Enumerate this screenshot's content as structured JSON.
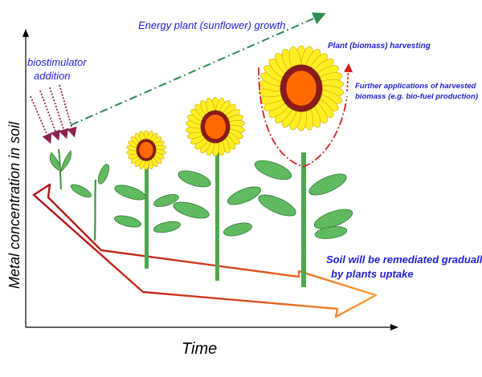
{
  "axes": {
    "y_label": "Metal concentration in soil",
    "x_label": "Time"
  },
  "annotations": {
    "growth_label": "Energy plant (sunflower) growth",
    "biostimulator_line1": "biostimulator",
    "biostimulator_line2": "addition",
    "harvest_label": "Plant (biomass) harvesting",
    "applications_line1": "Further applications of harvested",
    "applications_line2": "biomass (e.g. bio-fuel production)",
    "remediation_line1": "Soil will be remediated gradually",
    "remediation_line2": "by plants uptake"
  },
  "colors": {
    "annotation_blue": "#1f1fd6",
    "growth_arrow": "#2e8b57",
    "biostimulator_arrows": "#8b2252",
    "harvest_curve": "#d42020",
    "trend_arrow_start": "#b0101a",
    "trend_arrow_end": "#ffa030",
    "petals": "#ffee22",
    "flower_center": "#ff6a00",
    "flower_ring": "#8b1a1a",
    "leaf": "#4fae4f",
    "stem": "#3a9a3a"
  },
  "icons": {
    "growth_arrow": "dash-dot-arrow-icon",
    "biostimulator": "dotted-arrows-icon",
    "harvest": "harvest-curve-icon",
    "trend": "decreasing-trend-arrow-icon",
    "plants": "sunflower-icon"
  }
}
